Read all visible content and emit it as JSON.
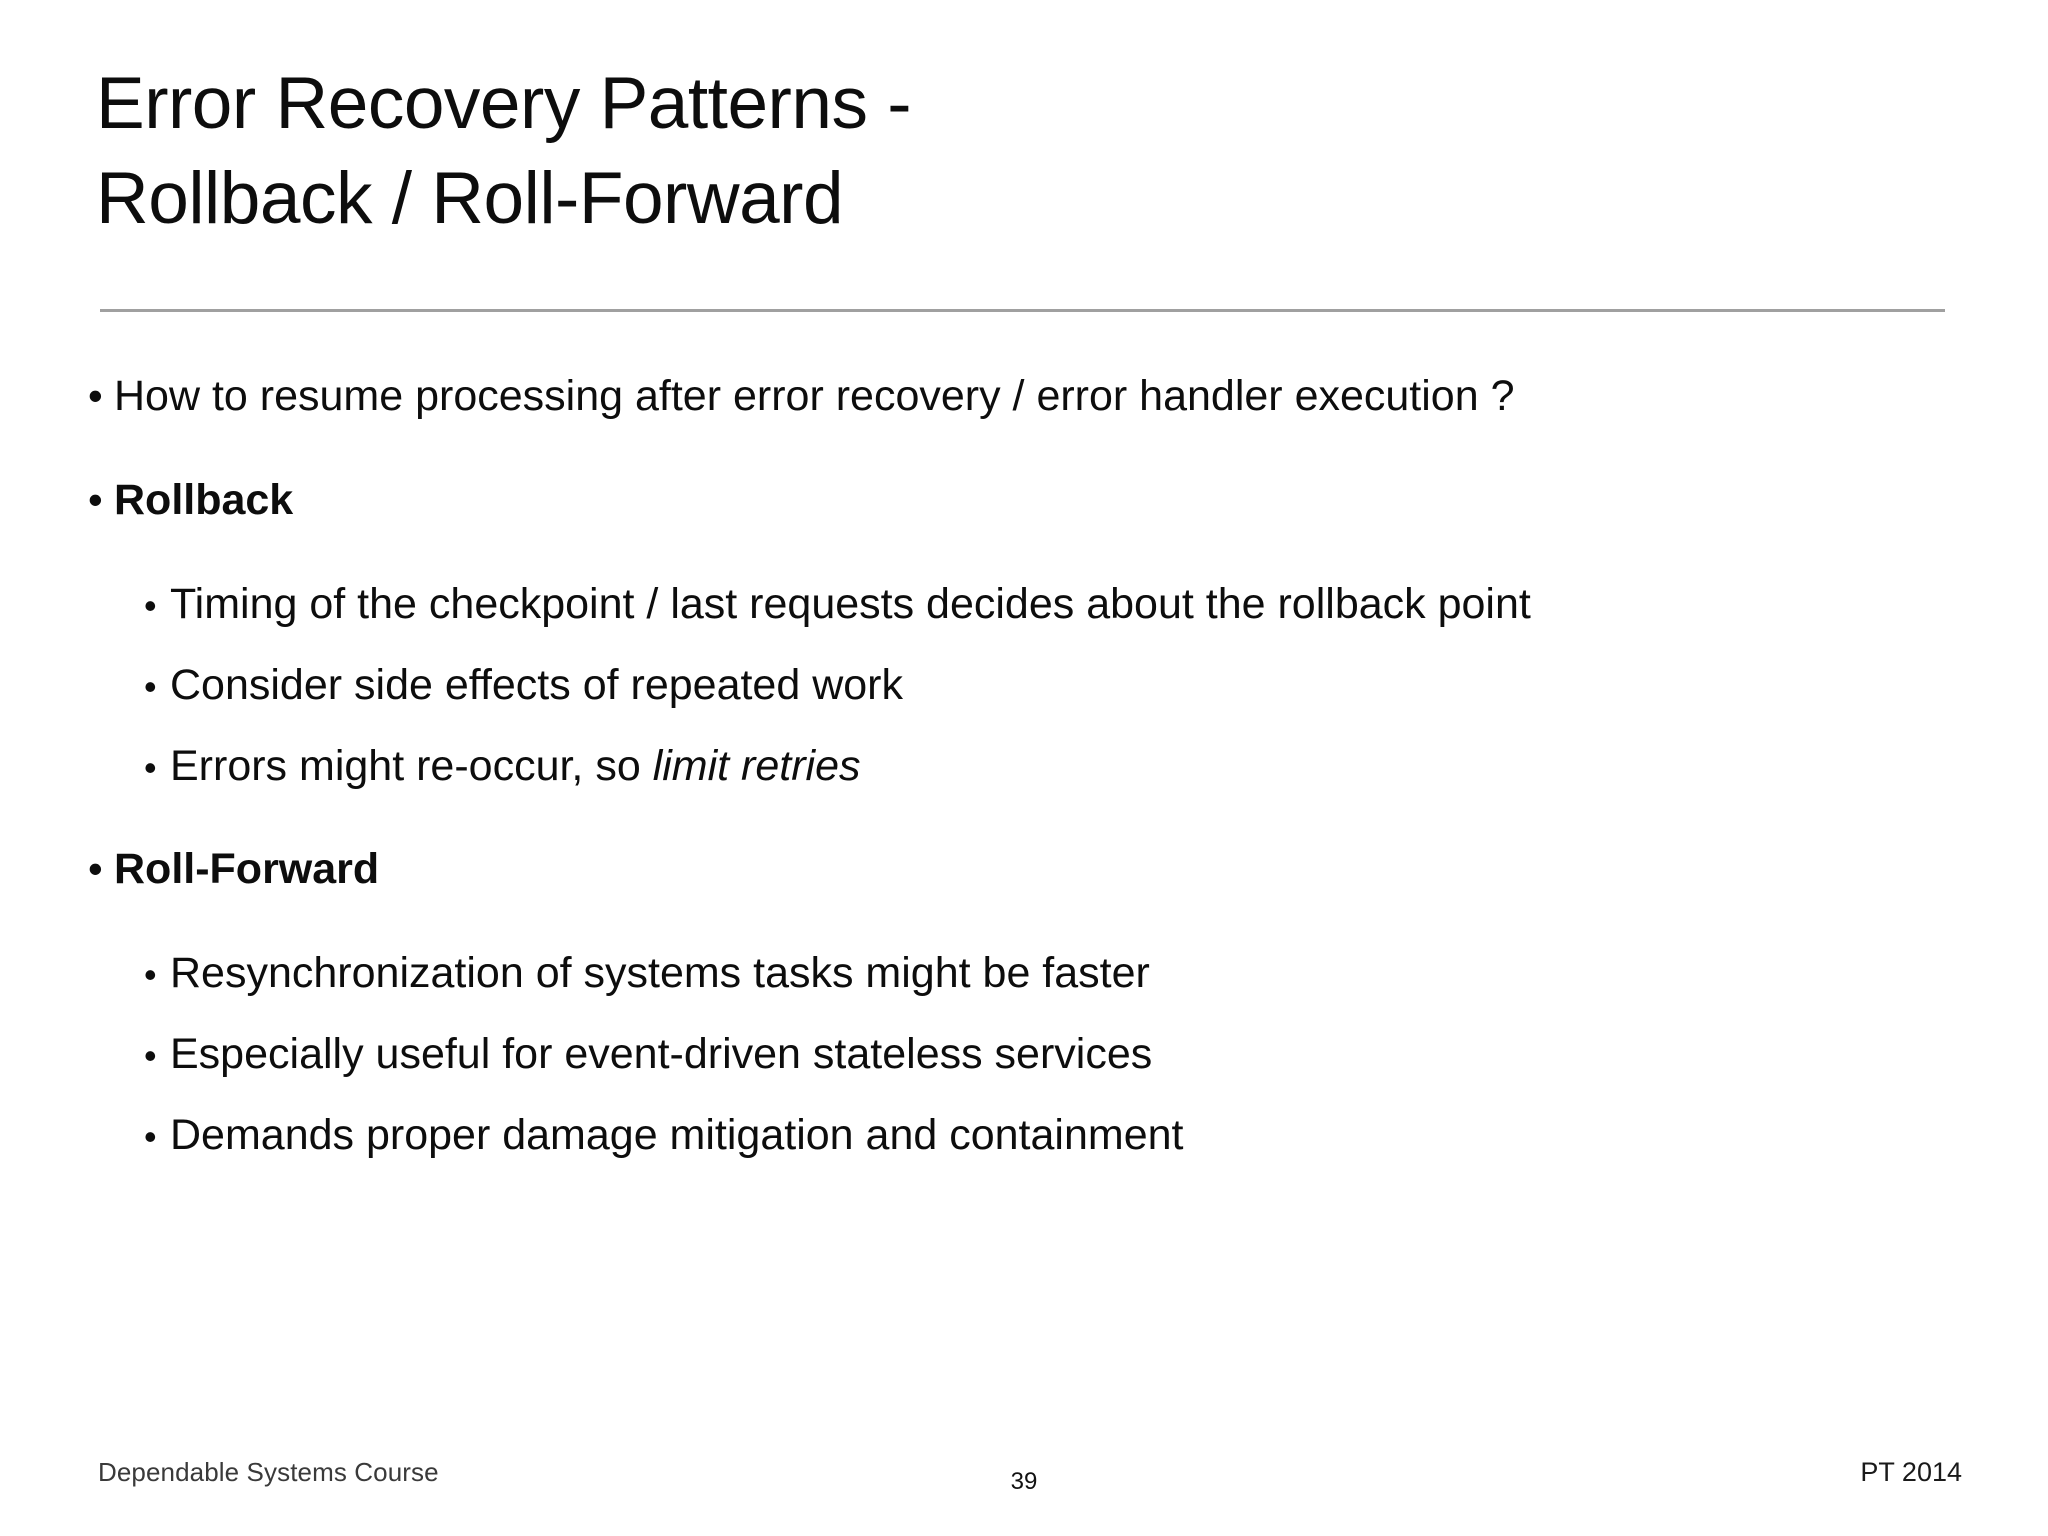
{
  "slide": {
    "title_lines": [
      "Error Recovery Patterns -",
      "Rollback / Roll-Forward"
    ],
    "divider_color": "#a0a0a0",
    "text_color": "#0d0d0d",
    "background": "#ffffff",
    "bullet_glyph": "•"
  },
  "content": {
    "items": [
      {
        "level": 1,
        "text": "How to resume processing after error recovery / error handler execution ?",
        "bold": false
      },
      {
        "level": 1,
        "text": "Rollback",
        "bold": true
      },
      {
        "level": 2,
        "text": "Timing of the checkpoint / last requests decides about the rollback point",
        "bold": false
      },
      {
        "level": 2,
        "text": "Consider side effects of repeated work",
        "bold": false
      },
      {
        "level": 2,
        "text_plain": "Errors might re-occur, so ",
        "text_italic": "limit retries",
        "bold": false
      },
      {
        "level": 1,
        "text": "Roll-Forward",
        "bold": true
      },
      {
        "level": 2,
        "text": "Resynchronization of systems tasks might be faster",
        "bold": false
      },
      {
        "level": 2,
        "text": "Especially useful for event-driven stateless services",
        "bold": false
      },
      {
        "level": 2,
        "text": "Demands proper damage mitigation and containment",
        "bold": false
      }
    ]
  },
  "footer": {
    "left": "Dependable Systems Course",
    "page_number": "39",
    "right": "PT 2014"
  }
}
